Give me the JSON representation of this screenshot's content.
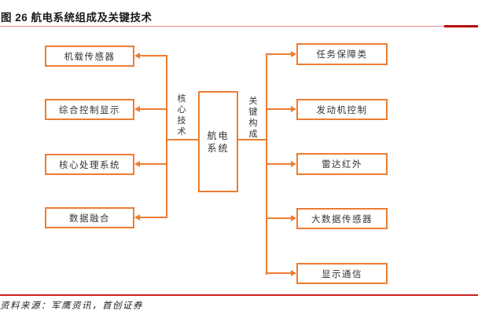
{
  "title": "图 26 航电系统组成及关键技术",
  "source": "资料来源：军鹰资讯，首创证券",
  "colors": {
    "node_border_orange": "#ED7D31",
    "rule_red": "#C00000",
    "text_dark": "#333333"
  },
  "diagram": {
    "center_node": {
      "line1": "航电",
      "line2": "系统"
    },
    "left_branch_label": "核心技术",
    "right_branch_label": "关键构成",
    "left_items": [
      "机载传感器",
      "综合控制显示",
      "核心处理系统",
      "数据融合"
    ],
    "right_items": [
      "任务保障类",
      "发动机控制",
      "雷达红外",
      "大数据传感器",
      "显示通信"
    ]
  }
}
